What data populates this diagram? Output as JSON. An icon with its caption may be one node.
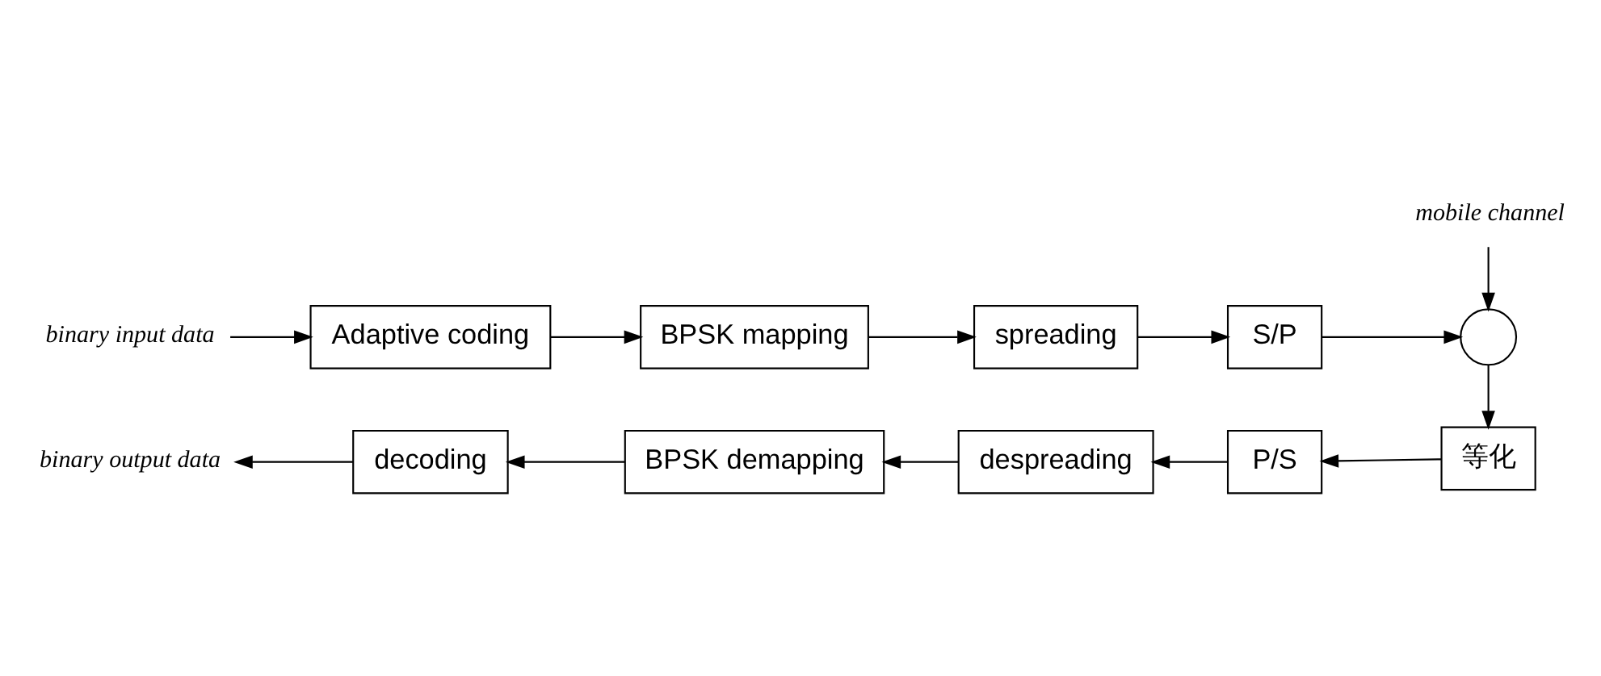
{
  "diagram": {
    "nodes": [
      {
        "text": [
          "binary input data"
        ]
      },
      {
        "text": [
          "Adaptive coding"
        ]
      },
      {
        "text": [
          "BPSK mapping"
        ]
      },
      {
        "text": [
          "spreading"
        ]
      },
      {
        "text": [
          "S/P"
        ]
      },
      {
        "text": [],
        "shape": "circle"
      },
      {
        "text": [
          "mobile channel"
        ]
      },
      {
        "text": [
          "等化"
        ]
      },
      {
        "text": [
          "P/S"
        ]
      },
      {
        "text": [
          "despreading"
        ]
      },
      {
        "text": [
          "BPSK demapping"
        ]
      },
      {
        "text": [
          "decoding"
        ]
      },
      {
        "text": [
          "binary output data"
        ]
      }
    ],
    "edges": [
      {
        "from": 0,
        "to": 1,
        "arrow": "to"
      },
      {
        "from": 1,
        "to": 2,
        "arrow": "to"
      },
      {
        "from": 2,
        "to": 3,
        "arrow": "to"
      },
      {
        "from": 3,
        "to": 4,
        "arrow": "to"
      },
      {
        "from": 4,
        "to": 5,
        "arrow": "to"
      },
      {
        "from": 6,
        "to": 5,
        "arrow": "to"
      },
      {
        "from": 5,
        "to": 7,
        "arrow": "to"
      },
      {
        "from": 7,
        "to": 8,
        "arrow": "to"
      },
      {
        "from": 8,
        "to": 9,
        "arrow": "to"
      },
      {
        "from": 9,
        "to": 10,
        "arrow": "to"
      },
      {
        "from": 10,
        "to": 11,
        "arrow": "to"
      },
      {
        "from": 11,
        "to": 12,
        "arrow": "to"
      }
    ]
  }
}
